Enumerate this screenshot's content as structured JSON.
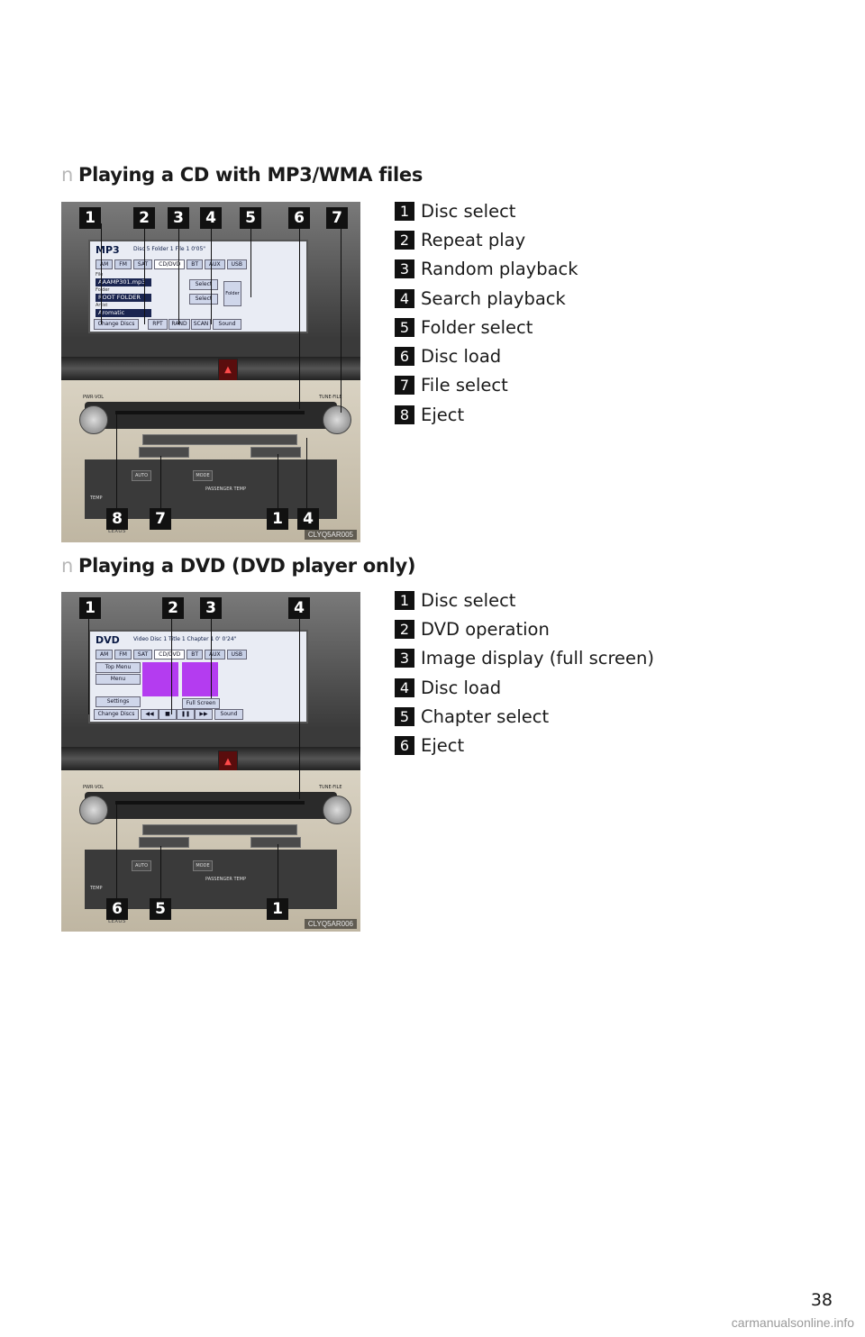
{
  "section1": {
    "bullet": "n",
    "title": "Playing a CD with MP3/WMA files",
    "legend": [
      {
        "num": "1",
        "label": "Disc select"
      },
      {
        "num": "2",
        "label": "Repeat play"
      },
      {
        "num": "3",
        "label": "Random playback"
      },
      {
        "num": "4",
        "label": "Search playback"
      },
      {
        "num": "5",
        "label": "Folder select"
      },
      {
        "num": "6",
        "label": "Disc load"
      },
      {
        "num": "7",
        "label": "File select"
      },
      {
        "num": "8",
        "label": "Eject"
      }
    ],
    "top_callouts": [
      "1",
      "2",
      "3",
      "4",
      "5",
      "6",
      "7"
    ],
    "bottom_callouts": [
      "8",
      "7",
      "1",
      "4"
    ],
    "image_code": "CLYQ5AR005",
    "screen": {
      "title": "MP3",
      "info": "Disc 5    Folder  1    File  1    0'05\"",
      "tabs": [
        "AM",
        "FM",
        "SAT",
        "CD/DVD",
        "BT",
        "AUX",
        "USB"
      ],
      "file_label": "File",
      "file_value": "AAAMP301.mp3",
      "folder_label": "Folder",
      "folder_value": "ROOT FOLDER",
      "artist_label": "Artist",
      "artist_value": "Aromatic Concert",
      "select1": "Select",
      "select2": "Select",
      "folder_btn": "Folder",
      "bottom_buttons": [
        "Change Discs",
        "RPT",
        "RAND",
        "SCAN",
        "Sound"
      ]
    }
  },
  "section2": {
    "bullet": "n",
    "title": "Playing a DVD (DVD player only)",
    "legend": [
      {
        "num": "1",
        "label": "Disc select"
      },
      {
        "num": "2",
        "label": "DVD operation"
      },
      {
        "num": "3",
        "label": "Image display (full screen)"
      },
      {
        "num": "4",
        "label": "Disc load"
      },
      {
        "num": "5",
        "label": "Chapter select"
      },
      {
        "num": "6",
        "label": "Eject"
      }
    ],
    "top_callouts": [
      "1",
      "2",
      "3",
      "4"
    ],
    "bottom_callouts": [
      "6",
      "5",
      "1"
    ],
    "image_code": "CLYQ5AR006",
    "screen": {
      "title": "DVD",
      "info": "Video  Disc 1    Title  1    Chapter  1    0' 0'24\"",
      "tabs": [
        "AM",
        "FM",
        "SAT",
        "CD/DVD",
        "BT",
        "AUX",
        "USB"
      ],
      "menu_buttons": [
        "Top Menu",
        "Menu",
        "Settings"
      ],
      "full_screen": "Full Screen",
      "bottom_buttons": [
        "Change Discs",
        "◀◀",
        "■",
        "❚❚",
        "▶▶",
        "Sound"
      ]
    }
  },
  "console_labels": {
    "pwr_vol": "PWR·VOL",
    "tune_file": "TUNE·FILE",
    "temp": "TEMP",
    "passenger_temp": "PASSENGER TEMP",
    "auto": "AUTO",
    "mode": "MODE",
    "brand": "LEXUS"
  },
  "page_number": "38",
  "watermark": "carmanualsonline.info"
}
